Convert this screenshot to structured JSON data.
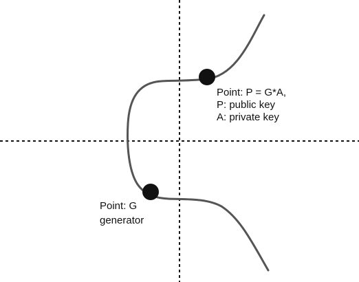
{
  "diagram": {
    "point_p": {
      "lines": [
        "Point: P = G*A,",
        "P: public key",
        "A: private key"
      ]
    },
    "point_g": {
      "lines": [
        "Point: G",
        "generator"
      ]
    },
    "colors": {
      "curve": "#555555",
      "axis": "#111111",
      "point": "#111111",
      "text": "#111111"
    }
  }
}
